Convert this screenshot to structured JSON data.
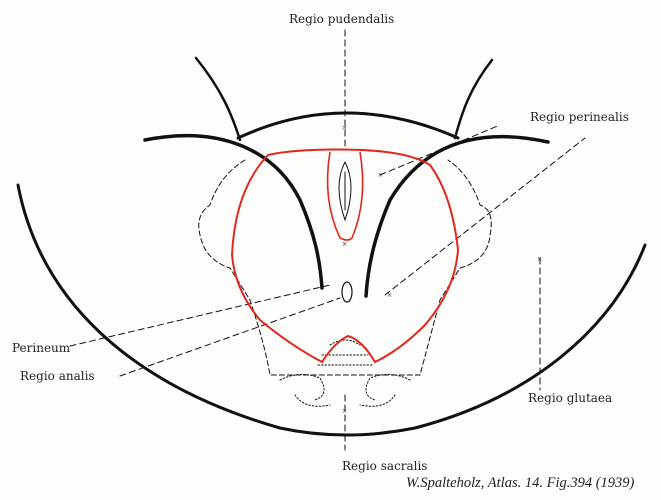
{
  "labels": {
    "pudendalis": "Regio pudendalis",
    "perinealis": "Regio perinealis",
    "perineum": "Perineum",
    "analis": "Regio analis",
    "glutaea": "Regio glutaea",
    "sacralis": "Regio sacralis"
  },
  "caption": "W.Spalteholz, Atlas. 14. Fig.394 (1939)",
  "colors": {
    "outline": "#111111",
    "region": "#e0281e"
  }
}
